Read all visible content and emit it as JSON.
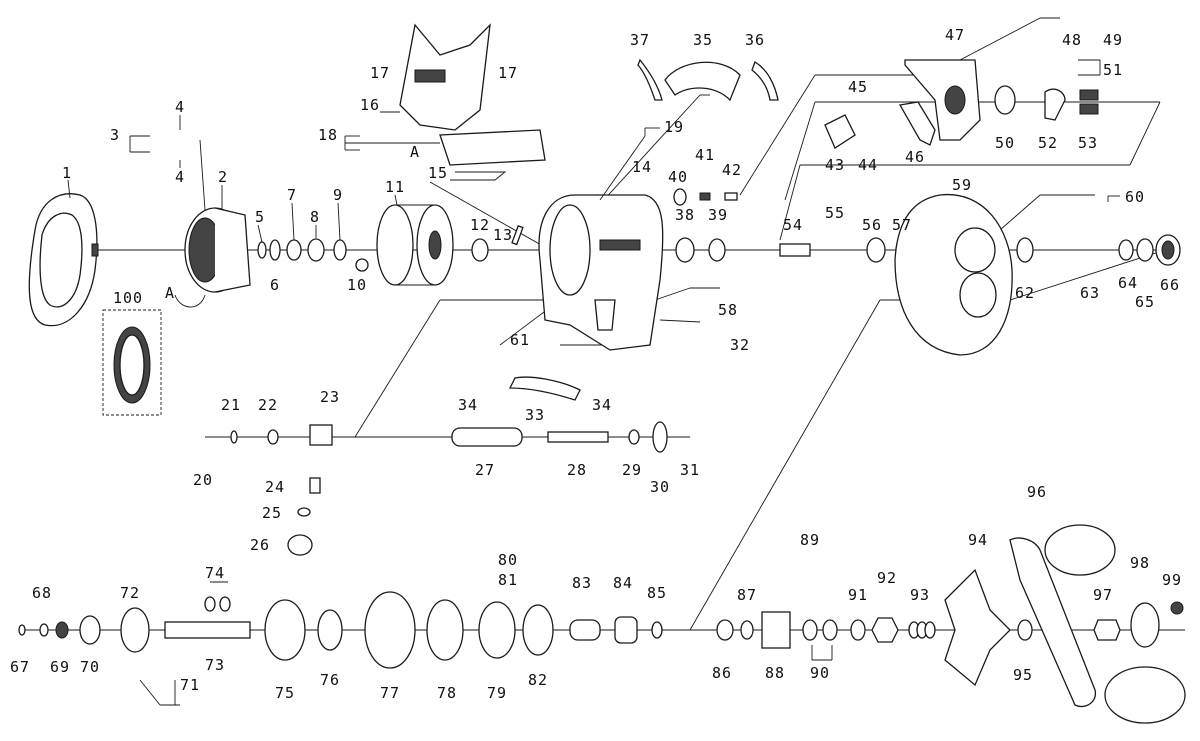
{
  "labels": {
    "l1": "1",
    "l2": "2",
    "l3": "3",
    "l4a": "4",
    "l4b": "4",
    "l5": "5",
    "l6": "6",
    "l7": "7",
    "l8": "8",
    "l9": "9",
    "l10": "10",
    "l11": "11",
    "l12": "12",
    "l13": "13",
    "l14": "14",
    "l15": "15",
    "l16": "16",
    "l17a": "17",
    "l17b": "17",
    "l18": "18",
    "l19": "19",
    "l20": "20",
    "l21": "21",
    "l22": "22",
    "l23": "23",
    "l24": "24",
    "l25": "25",
    "l26": "26",
    "l27": "27",
    "l28": "28",
    "l29": "29",
    "l30": "30",
    "l31": "31",
    "l32": "32",
    "l33": "33",
    "l34a": "34",
    "l34b": "34",
    "l35": "35",
    "l36": "36",
    "l37": "37",
    "l38": "38",
    "l39": "39",
    "l40": "40",
    "l41": "41",
    "l42": "42",
    "l43": "43",
    "l44": "44",
    "l45": "45",
    "l46": "46",
    "l47": "47",
    "l48": "48",
    "l49": "49",
    "l50": "50",
    "l51": "51",
    "l52": "52",
    "l53": "53",
    "l54": "54",
    "l55": "55",
    "l56": "56",
    "l57": "57",
    "l58": "58",
    "l59": "59",
    "l60": "60",
    "l61": "61",
    "l62": "62",
    "l63": "63",
    "l64": "64",
    "l65": "65",
    "l66": "66",
    "l67": "67",
    "l68": "68",
    "l69": "69",
    "l70": "70",
    "l71": "71",
    "l72": "72",
    "l73": "73",
    "l74": "74",
    "l75": "75",
    "l76": "76",
    "l77": "77",
    "l78": "78",
    "l79": "79",
    "l80": "80",
    "l81": "81",
    "l82": "82",
    "l83": "83",
    "l84": "84",
    "l85": "85",
    "l86": "86",
    "l87": "87",
    "l88": "88",
    "l89": "89",
    "l90": "90",
    "l91": "91",
    "l92": "92",
    "l93": "93",
    "l94": "94",
    "l95": "95",
    "l96": "96",
    "l97": "97",
    "l98": "98",
    "l99": "99",
    "l100": "100",
    "refA1": "A",
    "refA2": "A"
  }
}
